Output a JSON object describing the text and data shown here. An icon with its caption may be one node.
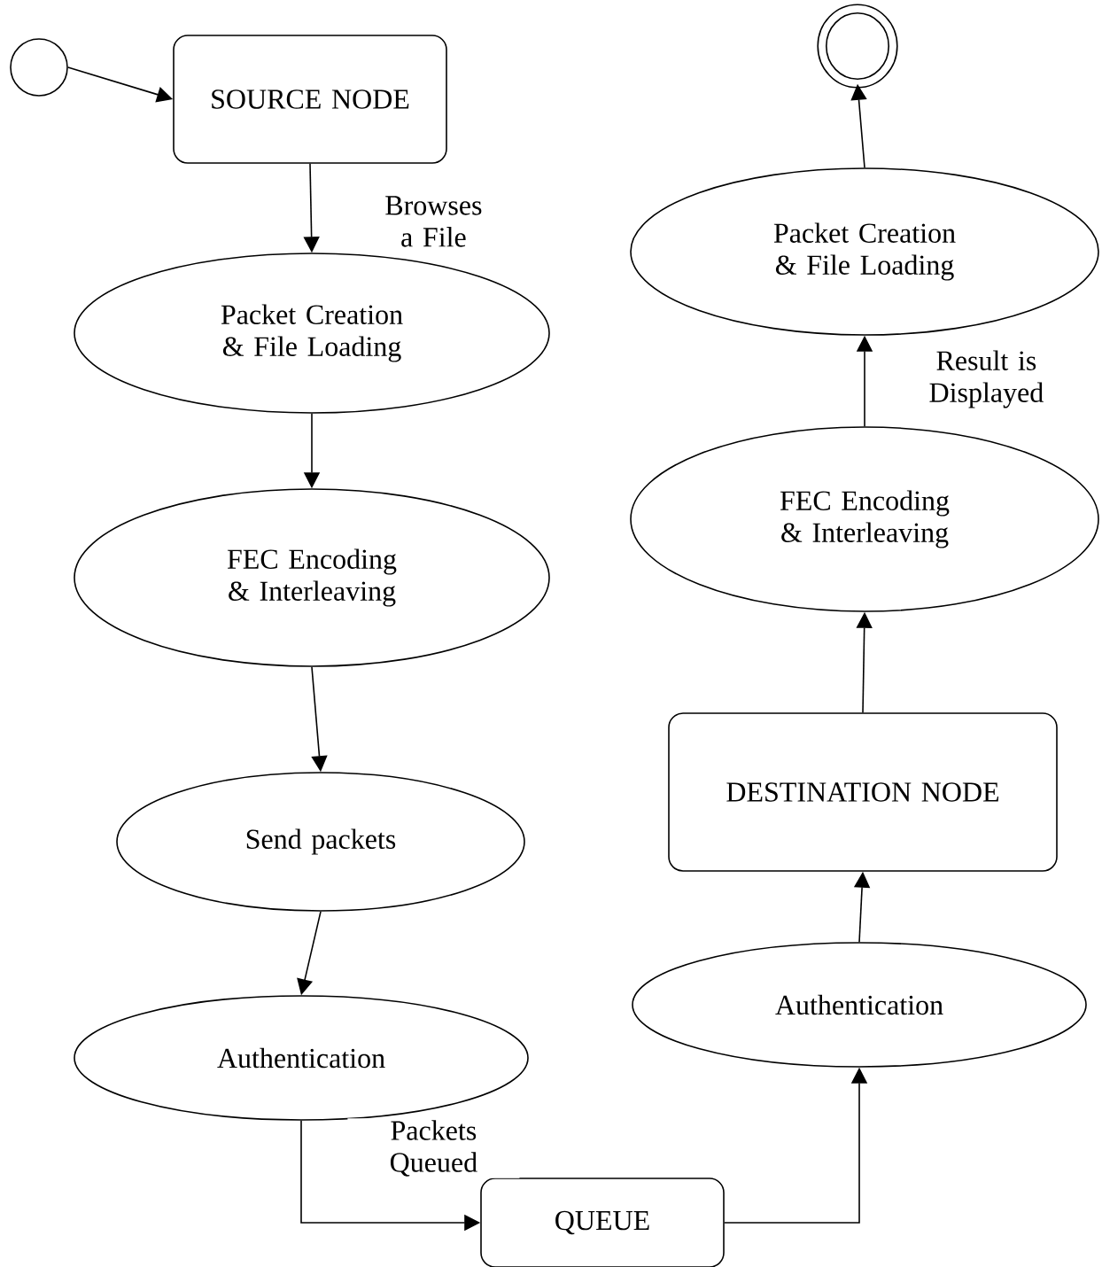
{
  "diagram": {
    "nodes": [
      {
        "text": [],
        "shape": "circle"
      },
      {
        "text": [
          "SOURCE NODE"
        ]
      },
      {
        "text": [
          "Packet Creation & File Loading"
        ]
      },
      {
        "text": [
          "FEC Encoding & Interleaving"
        ]
      },
      {
        "text": [
          "Send packets"
        ]
      },
      {
        "text": [
          "Authentication"
        ]
      },
      {
        "text": [
          "QUEUE"
        ]
      },
      {
        "text": [
          "Authentication"
        ]
      },
      {
        "text": [
          "DESTINATION NODE"
        ]
      },
      {
        "text": [
          "FEC Encoding & Interleaving"
        ]
      },
      {
        "text": [
          "Packet Creation & File Loading"
        ]
      },
      {
        "text": [],
        "shape": "circle"
      }
    ],
    "edges": [
      {
        "from": 0,
        "to": 1,
        "arrow": "to"
      },
      {
        "from": 1,
        "to": 2,
        "arrow": "to",
        "label": "Browses a File"
      },
      {
        "from": 2,
        "to": 3,
        "arrow": "to"
      },
      {
        "from": 3,
        "to": 4,
        "arrow": "to"
      },
      {
        "from": 4,
        "to": 5,
        "arrow": "to"
      },
      {
        "from": 5,
        "to": 6,
        "arrow": "to",
        "label": "Packets Queued"
      },
      {
        "from": 6,
        "to": 7,
        "arrow": "to"
      },
      {
        "from": 7,
        "to": 8,
        "arrow": "to"
      },
      {
        "from": 8,
        "to": 9,
        "arrow": "to"
      },
      {
        "from": 9,
        "to": 10,
        "arrow": "to",
        "label": "Result is Displayed"
      },
      {
        "from": 10,
        "to": 11,
        "arrow": "to"
      }
    ]
  }
}
